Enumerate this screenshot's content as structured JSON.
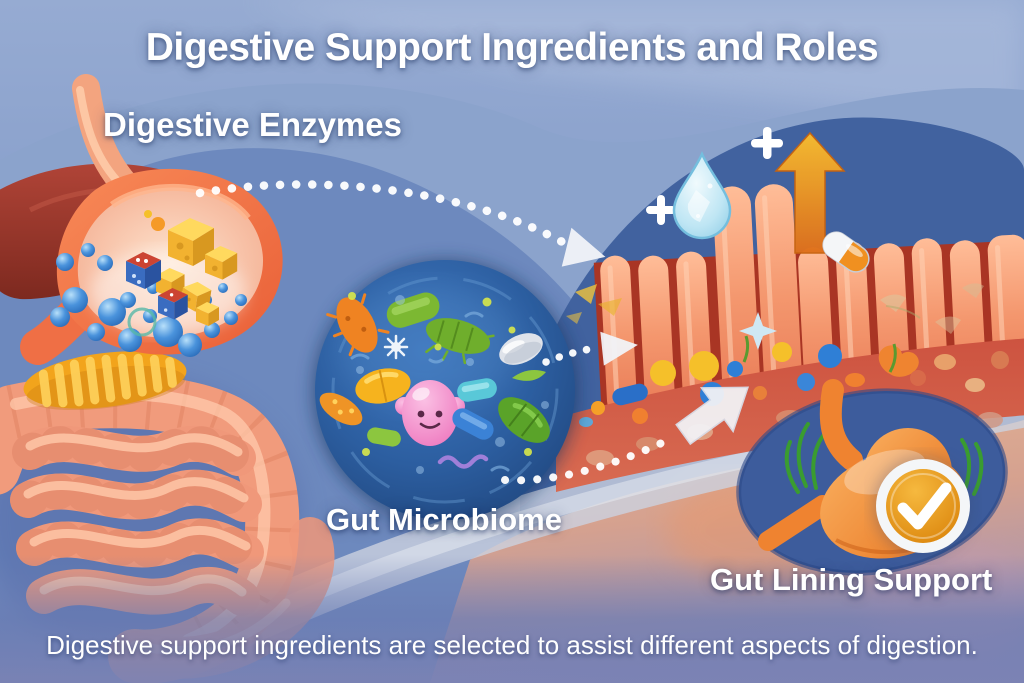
{
  "title": "Digestive Support Ingredients and Roles",
  "sections": {
    "digestive_enzymes": {
      "label": "Digestive Enzymes"
    },
    "gut_microbiome": {
      "label": "Gut Microbiome"
    },
    "gut_lining_support": {
      "label": "Gut Lining Support"
    }
  },
  "caption": "Digestive support ingredients are selected to assist different aspects of digestion.",
  "icons": [
    "plus-icon",
    "plus-icon",
    "water-droplet-icon",
    "up-arrow-icon",
    "capsule-pill-icon",
    "checkmark-badge-icon",
    "dotted-arrow",
    "white-arrow"
  ],
  "palette": {
    "background_blue_top": "#96abd2",
    "hill_medium_blue": "#6d89be",
    "dome_dark_blue": "#41629f",
    "villi_salmon": "#f4976e",
    "crypt_red": "#a93524",
    "band_red": "#d2604a",
    "enzyme_blue": "#3f8ad8",
    "cheese_yellow": "#f2b230",
    "arrow_orange": "#f0a020",
    "microbiome_navy": "#1e4379",
    "microbe_green": "#7cb832",
    "microbe_pink": "#ee7ec2",
    "badge_navy": "#3d5c9c",
    "badge_orange": "#ea7c22",
    "check_gold": "#e8930e",
    "text_white": "#ffffff"
  }
}
